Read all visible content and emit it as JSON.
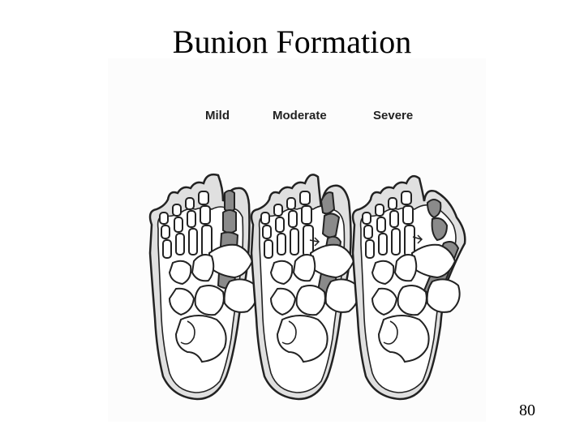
{
  "slide": {
    "title": "Bunion Formation",
    "page_number": "80"
  },
  "figure": {
    "stages": [
      {
        "label": "Mild"
      },
      {
        "label": "Moderate"
      },
      {
        "label": "Severe"
      }
    ],
    "colors": {
      "outline": "#222222",
      "skin": "#e0e0e0",
      "bone": "#ffffff",
      "affected_bone": "#8a8a8a",
      "background": "#fcfcfc"
    }
  }
}
